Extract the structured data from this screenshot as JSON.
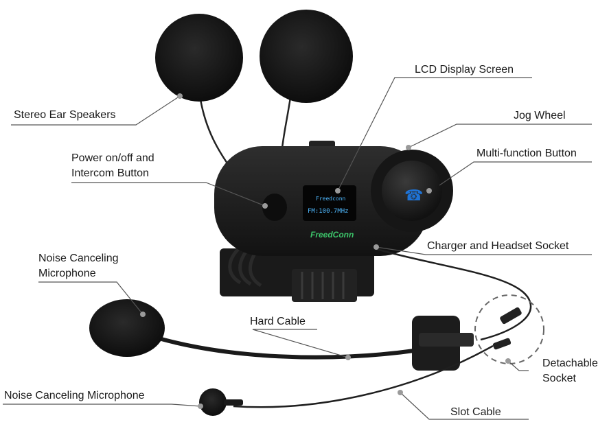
{
  "labels": {
    "stereo_ear_speakers": "Stereo Ear Speakers",
    "power_button_line1": "Power on/off and",
    "power_button_line2": "Intercom Button",
    "lcd_display": "LCD Display Screen",
    "jog_wheel": "Jog Wheel",
    "multi_function_button": "Multi-function Button",
    "charger_socket": "Charger and Headset Socket",
    "noise_mic_top_line1": "Noise Canceling",
    "noise_mic_top_line2": "Microphone",
    "hard_cable": "Hard Cable",
    "detachable_socket_line1": "Detachable",
    "detachable_socket_line2": "Socket",
    "noise_mic_bottom": "Noise Canceling Microphone",
    "slot_cable": "Slot Cable"
  },
  "device": {
    "brand_text": "FreedConn",
    "lcd_line1": "Freedconn",
    "lcd_line2": "FM:100.7MHz"
  },
  "colors": {
    "body": "#1c1c1c",
    "foam": "#151515",
    "lcd_text": "#4fb9ff",
    "brand_green": "#3cc46a",
    "leader_line": "#555555",
    "button_icon": "#1e73d6"
  }
}
